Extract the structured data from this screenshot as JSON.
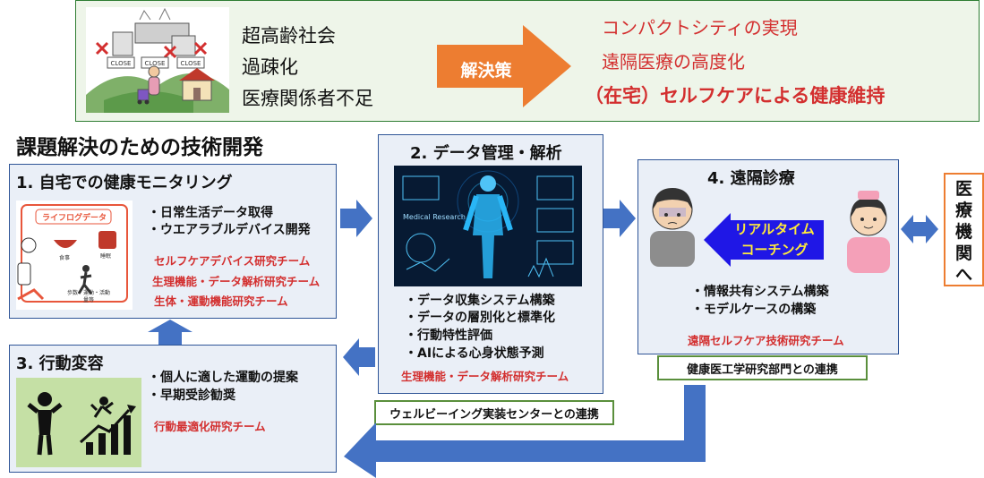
{
  "top": {
    "problems": [
      "超高齢社会",
      "過疎化",
      "医療関係者不足"
    ],
    "solution_label": "解決策",
    "solutions": [
      "コンパクトシティの実現",
      "遠隔医療の高度化",
      "（在宅）セルフケアによる健康維持"
    ],
    "illustration_signs": [
      "CLOSE",
      "CLOSE",
      "CLOSE"
    ]
  },
  "section_heading": "課題解決のための技術開発",
  "panel1": {
    "title": "1. 自宅での健康モニタリング",
    "lifelog_title": "ライフログデータ",
    "lifelog_labels": [
      "食事",
      "睡眠",
      "歩数・運動・活動量等"
    ],
    "bullets": [
      "・日常生活データ取得",
      "・ウエアラブルデバイス開発"
    ],
    "teams": [
      "セルフケアデバイス研究チーム",
      "生理機能・データ解析研究チーム",
      "生体・運動機能研究チーム"
    ]
  },
  "panel2": {
    "title": "2. データ管理・解析",
    "image_caption": "Medical Research",
    "bullets": [
      "・データ収集システム構築",
      "・データの層別化と標準化",
      "・行動特性評価",
      "・AIによる心身状態予測"
    ],
    "team": "生理機能・データ解析研究チーム",
    "link": "ウェルビーイング実装センターとの連携"
  },
  "panel3": {
    "title": "3. 行動変容",
    "bullets": [
      "・個人に適した運動の提案",
      "・早期受診勧奨"
    ],
    "team": "行動最適化研究チーム"
  },
  "panel4": {
    "title": "4. 遠隔診療",
    "coaching": [
      "リアルタイム",
      "コーチング"
    ],
    "bullets": [
      "・情報共有システム構築",
      "・モデルケースの構築"
    ],
    "team": "遠隔セルフケア技術研究チーム",
    "link": "健康医工学研究部門との連携"
  },
  "medical": [
    "医",
    "療",
    "機",
    "関",
    "へ"
  ],
  "colors": {
    "arrow_blue": "#4472c4",
    "solution_orange": "#ed7d31",
    "accent_red": "#d32f2f",
    "panel_border": "#2f5597",
    "green_border": "#5a8f3c"
  }
}
